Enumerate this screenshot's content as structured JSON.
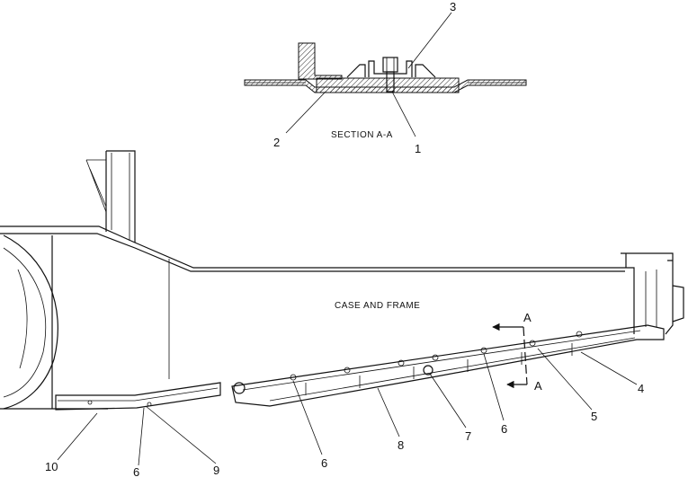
{
  "section": {
    "title": "SECTION  A-A",
    "callouts": [
      "1",
      "2",
      "3"
    ]
  },
  "main": {
    "title": "CASE AND FRAME",
    "section_marker_top": "A",
    "section_marker_bottom": "A",
    "callouts": [
      "4",
      "5",
      "6",
      "7",
      "8",
      "6",
      "6",
      "9",
      "10"
    ]
  }
}
